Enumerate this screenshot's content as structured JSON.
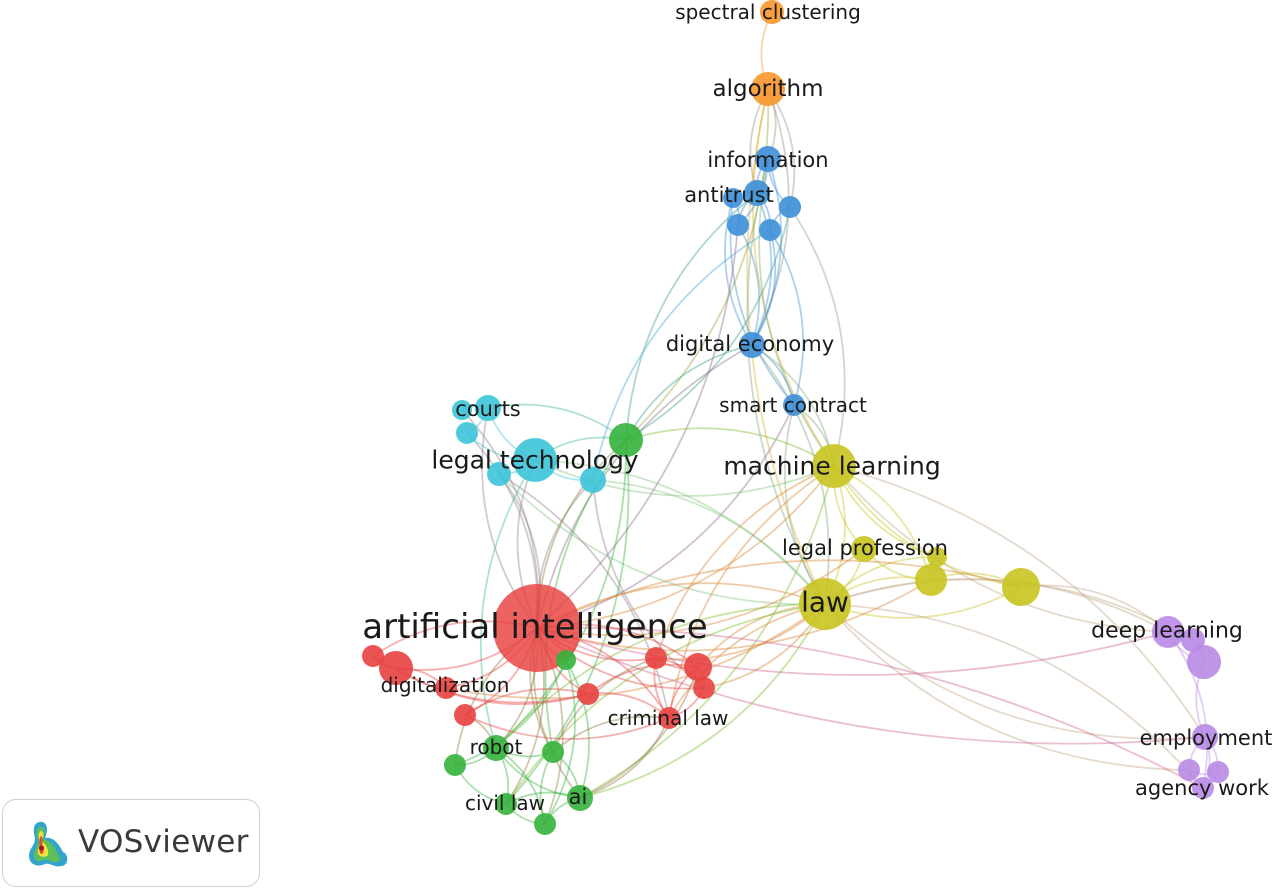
{
  "app": {
    "brand": "VOSviewer"
  },
  "clusters": {
    "red": "#e8413f",
    "green": "#35b33c",
    "blue": "#3d8fd8",
    "yellow": "#c8c420",
    "purple": "#b88ae4",
    "cyan": "#3cc4d8",
    "orange": "#f7962e"
  },
  "nodes": [
    {
      "id": "spectral",
      "cluster": "orange",
      "label": "spectral clustering"
    },
    {
      "id": "algorithm",
      "cluster": "orange",
      "label": "algorithm"
    },
    {
      "id": "information",
      "cluster": "blue",
      "label": "information"
    },
    {
      "id": "antitrust",
      "cluster": "blue",
      "label": "antitrust"
    },
    {
      "id": "b1",
      "cluster": "blue",
      "label": ""
    },
    {
      "id": "b2",
      "cluster": "blue",
      "label": ""
    },
    {
      "id": "b3",
      "cluster": "blue",
      "label": ""
    },
    {
      "id": "b4",
      "cluster": "blue",
      "label": ""
    },
    {
      "id": "digital_economy",
      "cluster": "blue",
      "label": "digital economy"
    },
    {
      "id": "smart_contract",
      "cluster": "blue",
      "label": "smart contract"
    },
    {
      "id": "courts",
      "cluster": "cyan",
      "label": "courts"
    },
    {
      "id": "c1",
      "cluster": "cyan",
      "label": ""
    },
    {
      "id": "c2",
      "cluster": "cyan",
      "label": ""
    },
    {
      "id": "legal_technology",
      "cluster": "cyan",
      "label": "legal technology"
    },
    {
      "id": "c3",
      "cluster": "cyan",
      "label": ""
    },
    {
      "id": "c4",
      "cluster": "cyan",
      "label": ""
    },
    {
      "id": "g_hub",
      "cluster": "green",
      "label": ""
    },
    {
      "id": "machine_learning",
      "cluster": "yellow",
      "label": "machine learning"
    },
    {
      "id": "legal_profession",
      "cluster": "yellow",
      "label": "legal profession"
    },
    {
      "id": "y1",
      "cluster": "yellow",
      "label": ""
    },
    {
      "id": "y2",
      "cluster": "yellow",
      "label": ""
    },
    {
      "id": "y3",
      "cluster": "yellow",
      "label": ""
    },
    {
      "id": "law",
      "cluster": "yellow",
      "label": "law"
    },
    {
      "id": "deep_learning",
      "cluster": "purple",
      "label": "deep learning"
    },
    {
      "id": "p1",
      "cluster": "purple",
      "label": ""
    },
    {
      "id": "p2",
      "cluster": "purple",
      "label": ""
    },
    {
      "id": "employment",
      "cluster": "purple",
      "label": "employment"
    },
    {
      "id": "agency_work",
      "cluster": "purple",
      "label": "agency work"
    },
    {
      "id": "p3",
      "cluster": "purple",
      "label": ""
    },
    {
      "id": "p4",
      "cluster": "purple",
      "label": ""
    },
    {
      "id": "artificial_intelligence",
      "cluster": "red",
      "label": "artificial intelligence"
    },
    {
      "id": "r1",
      "cluster": "red",
      "label": ""
    },
    {
      "id": "r2",
      "cluster": "red",
      "label": ""
    },
    {
      "id": "digitalization",
      "cluster": "red",
      "label": "digitalization"
    },
    {
      "id": "r3",
      "cluster": "red",
      "label": ""
    },
    {
      "id": "r4",
      "cluster": "red",
      "label": ""
    },
    {
      "id": "r5",
      "cluster": "red",
      "label": ""
    },
    {
      "id": "r6",
      "cluster": "red",
      "label": ""
    },
    {
      "id": "r7",
      "cluster": "red",
      "label": ""
    },
    {
      "id": "criminal_law",
      "cluster": "red",
      "label": "criminal law"
    },
    {
      "id": "g1",
      "cluster": "green",
      "label": ""
    },
    {
      "id": "robot",
      "cluster": "green",
      "label": "robot"
    },
    {
      "id": "g2",
      "cluster": "green",
      "label": ""
    },
    {
      "id": "g3",
      "cluster": "green",
      "label": ""
    },
    {
      "id": "civil_law",
      "cluster": "green",
      "label": "civil law"
    },
    {
      "id": "ai",
      "cluster": "green",
      "label": "ai"
    },
    {
      "id": "g4",
      "cluster": "green",
      "label": ""
    }
  ],
  "links": [
    [
      "spectral",
      "algorithm"
    ],
    [
      "algorithm",
      "information"
    ],
    [
      "algorithm",
      "antitrust"
    ],
    [
      "algorithm",
      "digital_economy"
    ],
    [
      "algorithm",
      "machine_learning"
    ],
    [
      "algorithm",
      "g_hub"
    ],
    [
      "algorithm",
      "law"
    ],
    [
      "algorithm",
      "b2"
    ],
    [
      "information",
      "antitrust"
    ],
    [
      "information",
      "b1"
    ],
    [
      "information",
      "b2"
    ],
    [
      "information",
      "digital_economy"
    ],
    [
      "antitrust",
      "b1"
    ],
    [
      "antitrust",
      "b3"
    ],
    [
      "antitrust",
      "b4"
    ],
    [
      "antitrust",
      "digital_economy"
    ],
    [
      "b1",
      "b4"
    ],
    [
      "b1",
      "digital_economy"
    ],
    [
      "b2",
      "b3"
    ],
    [
      "b3",
      "digital_economy"
    ],
    [
      "b4",
      "digital_economy"
    ],
    [
      "b2",
      "machine_learning"
    ],
    [
      "b4",
      "smart_contract"
    ],
    [
      "b3",
      "smart_contract"
    ],
    [
      "information",
      "machine_learning"
    ],
    [
      "digital_economy",
      "smart_contract"
    ],
    [
      "digital_economy",
      "g_hub"
    ],
    [
      "digital_economy",
      "machine_learning"
    ],
    [
      "digital_economy",
      "artificial_intelligence"
    ],
    [
      "digital_economy",
      "law"
    ],
    [
      "antitrust",
      "g_hub"
    ],
    [
      "b2",
      "g_hub"
    ],
    [
      "b3",
      "c4"
    ],
    [
      "b1",
      "artificial_intelligence"
    ],
    [
      "information",
      "law"
    ],
    [
      "smart_contract",
      "machine_learning"
    ],
    [
      "smart_contract",
      "law"
    ],
    [
      "smart_contract",
      "artificial_intelligence"
    ],
    [
      "courts",
      "c1"
    ],
    [
      "courts",
      "c2"
    ],
    [
      "c2",
      "legal_technology"
    ],
    [
      "legal_technology",
      "c3"
    ],
    [
      "legal_technology",
      "c4"
    ],
    [
      "legal_technology",
      "g_hub"
    ],
    [
      "courts",
      "legal_technology"
    ],
    [
      "courts",
      "g_hub"
    ],
    [
      "legal_technology",
      "artificial_intelligence"
    ],
    [
      "c3",
      "artificial_intelligence"
    ],
    [
      "c4",
      "artificial_intelligence"
    ],
    [
      "c4",
      "law"
    ],
    [
      "c3",
      "law"
    ],
    [
      "legal_technology",
      "law"
    ],
    [
      "legal_technology",
      "machine_learning"
    ],
    [
      "c2",
      "artificial_intelligence"
    ],
    [
      "legal_technology",
      "robot"
    ],
    [
      "c3",
      "criminal_law"
    ],
    [
      "c4",
      "r7"
    ],
    [
      "g_hub",
      "machine_learning"
    ],
    [
      "g_hub",
      "artificial_intelligence"
    ],
    [
      "g_hub",
      "robot"
    ],
    [
      "g_hub",
      "g2"
    ],
    [
      "g_hub",
      "civil_law"
    ],
    [
      "machine_learning",
      "legal_profession"
    ],
    [
      "machine_learning",
      "law"
    ],
    [
      "machine_learning",
      "y1"
    ],
    [
      "machine_learning",
      "y2"
    ],
    [
      "machine_learning",
      "y3"
    ],
    [
      "machine_learning",
      "artificial_intelligence"
    ],
    [
      "machine_learning",
      "deep_learning"
    ],
    [
      "machine_learning",
      "employment"
    ],
    [
      "machine_learning",
      "criminal_law"
    ],
    [
      "machine_learning",
      "ai"
    ],
    [
      "machine_learning",
      "r5"
    ],
    [
      "legal_profession",
      "law"
    ],
    [
      "legal_profession",
      "y2"
    ],
    [
      "legal_profession",
      "artificial_intelligence"
    ],
    [
      "y1",
      "y2"
    ],
    [
      "y2",
      "y3"
    ],
    [
      "y2",
      "law"
    ],
    [
      "y3",
      "law"
    ],
    [
      "y1",
      "law"
    ],
    [
      "y3",
      "deep_learning"
    ],
    [
      "law",
      "artificial_intelligence"
    ],
    [
      "law",
      "deep_learning"
    ],
    [
      "law",
      "employment"
    ],
    [
      "law",
      "agency_work"
    ],
    [
      "law",
      "criminal_law"
    ],
    [
      "law",
      "r5"
    ],
    [
      "law",
      "r6"
    ],
    [
      "law",
      "r7"
    ],
    [
      "law",
      "robot"
    ],
    [
      "law",
      "ai"
    ],
    [
      "law",
      "civil_law"
    ],
    [
      "law",
      "p1"
    ],
    [
      "law",
      "p3"
    ],
    [
      "law",
      "digitalization"
    ],
    [
      "artificial_intelligence",
      "deep_learning"
    ],
    [
      "artificial_intelligence",
      "y3"
    ],
    [
      "artificial_intelligence",
      "y2"
    ],
    [
      "artificial_intelligence",
      "agency_work"
    ],
    [
      "artificial_intelligence",
      "employment"
    ],
    [
      "deep_learning",
      "p1"
    ],
    [
      "deep_learning",
      "p2"
    ],
    [
      "p1",
      "p2"
    ],
    [
      "p2",
      "employment"
    ],
    [
      "employment",
      "agency_work"
    ],
    [
      "employment",
      "p3"
    ],
    [
      "employment",
      "p4"
    ],
    [
      "p3",
      "p4"
    ],
    [
      "agency_work",
      "p3"
    ],
    [
      "agency_work",
      "p4"
    ],
    [
      "deep_learning",
      "agency_work"
    ],
    [
      "artificial_intelligence",
      "r1"
    ],
    [
      "artificial_intelligence",
      "r2"
    ],
    [
      "artificial_intelligence",
      "r3"
    ],
    [
      "artificial_intelligence",
      "r4"
    ],
    [
      "artificial_intelligence",
      "r5"
    ],
    [
      "artificial_intelligence",
      "r6"
    ],
    [
      "artificial_intelligence",
      "r7"
    ],
    [
      "artificial_intelligence",
      "criminal_law"
    ],
    [
      "artificial_intelligence",
      "g1"
    ],
    [
      "artificial_intelligence",
      "robot"
    ],
    [
      "artificial_intelligence",
      "g2"
    ],
    [
      "artificial_intelligence",
      "civil_law"
    ],
    [
      "artificial_intelligence",
      "ai"
    ],
    [
      "artificial_intelligence",
      "g4"
    ],
    [
      "artificial_intelligence",
      "g3"
    ],
    [
      "artificial_intelligence",
      "digitalization"
    ],
    [
      "r1",
      "r2"
    ],
    [
      "r2",
      "digitalization"
    ],
    [
      "r3",
      "r4"
    ],
    [
      "r4",
      "robot"
    ],
    [
      "r5",
      "r6"
    ],
    [
      "r6",
      "r7"
    ],
    [
      "r6",
      "criminal_law"
    ],
    [
      "r7",
      "criminal_law"
    ],
    [
      "r5",
      "criminal_law"
    ],
    [
      "r3",
      "criminal_law"
    ],
    [
      "r4",
      "criminal_law"
    ],
    [
      "r3",
      "r6"
    ],
    [
      "r2",
      "r3"
    ],
    [
      "r5",
      "r7"
    ],
    [
      "r1",
      "r3"
    ],
    [
      "r6",
      "ai"
    ],
    [
      "r5",
      "g2"
    ],
    [
      "robot",
      "g1"
    ],
    [
      "robot",
      "g2"
    ],
    [
      "robot",
      "civil_law"
    ],
    [
      "robot",
      "ai"
    ],
    [
      "robot",
      "g4"
    ],
    [
      "g1",
      "civil_law"
    ],
    [
      "g2",
      "ai"
    ],
    [
      "g2",
      "g4"
    ],
    [
      "g3",
      "ai"
    ],
    [
      "civil_law",
      "g4"
    ],
    [
      "civil_law",
      "ai"
    ],
    [
      "ai",
      "g4"
    ],
    [
      "g3",
      "g4"
    ],
    [
      "g1",
      "g3"
    ],
    [
      "criminal_law",
      "ai"
    ],
    [
      "criminal_law",
      "g2"
    ],
    [
      "c1",
      "artificial_intelligence"
    ],
    [
      "courts",
      "artificial_intelligence"
    ]
  ]
}
